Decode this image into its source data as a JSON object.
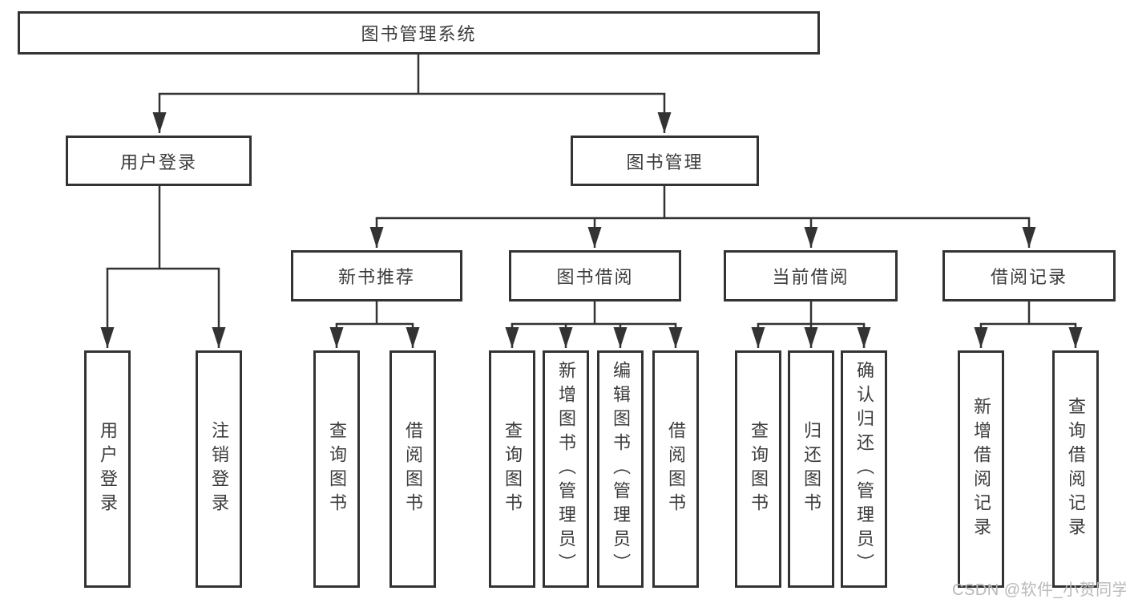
{
  "diagram_type": "function-tree",
  "root": {
    "label": "图书管理系统"
  },
  "level2": [
    {
      "id": "user-login",
      "label": "用户登录"
    },
    {
      "id": "book-management",
      "label": "图书管理"
    }
  ],
  "level3": [
    {
      "id": "new-book-recommend",
      "label": "新书推荐"
    },
    {
      "id": "book-borrow",
      "label": "图书借阅"
    },
    {
      "id": "current-borrow",
      "label": "当前借阅"
    },
    {
      "id": "borrow-record",
      "label": "借阅记录"
    }
  ],
  "leaves": {
    "user_login": [
      "用户登录",
      "注销登录"
    ],
    "new_book_recommend": [
      "查询图书",
      "借阅图书"
    ],
    "book_borrow": [
      "查询图书",
      "新增图书（管理员）",
      "编辑图书（管理员）",
      "借阅图书"
    ],
    "current_borrow": [
      "查询图书",
      "归还图书",
      "确认归还（管理员）"
    ],
    "borrow_record": [
      "新增借阅记录",
      "查询借阅记录"
    ]
  },
  "watermark": {
    "text": "CSDN @软件_小贺同学",
    "color": "#b9b9b9"
  },
  "colors": {
    "line": "#333333",
    "border": "#333333",
    "text": "#3c3c3c",
    "background": "#ffffff"
  }
}
